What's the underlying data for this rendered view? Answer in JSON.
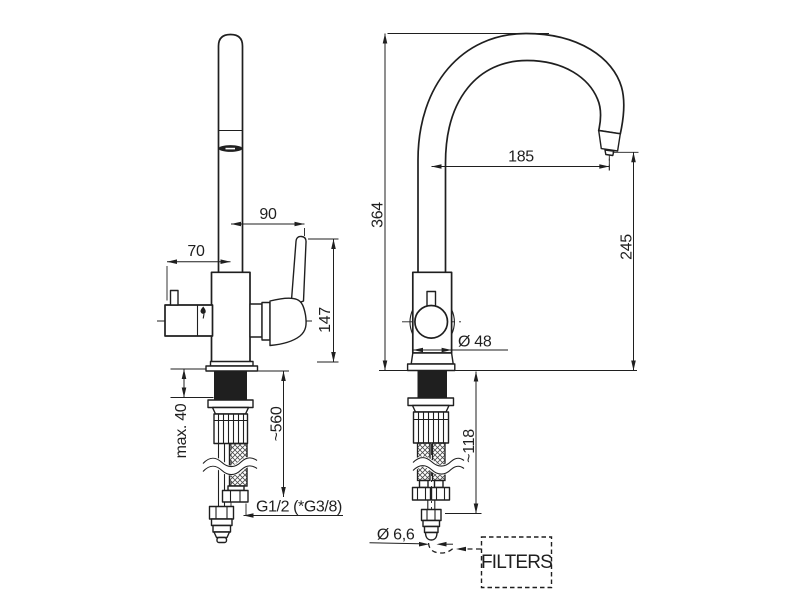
{
  "drawing_title": "faucet-dimension-drawing",
  "colors": {
    "line": "#1f1f1f",
    "background": "#ffffff"
  },
  "front_view": {
    "valve_offset": "70",
    "handle_reach": "90",
    "handle_height": "147",
    "max_deck_thickness": "max. 40",
    "hose_length": "~560",
    "thread": "G1/2 (*G3/8)"
  },
  "side_view": {
    "total_height": "364",
    "spout_reach": "185",
    "outlet_height": "245",
    "body_diameter": "Ø 48",
    "under_counter_length": "~118",
    "outlet_pipe_diameter": "Ø 6,6",
    "filters": "FILTERS"
  }
}
